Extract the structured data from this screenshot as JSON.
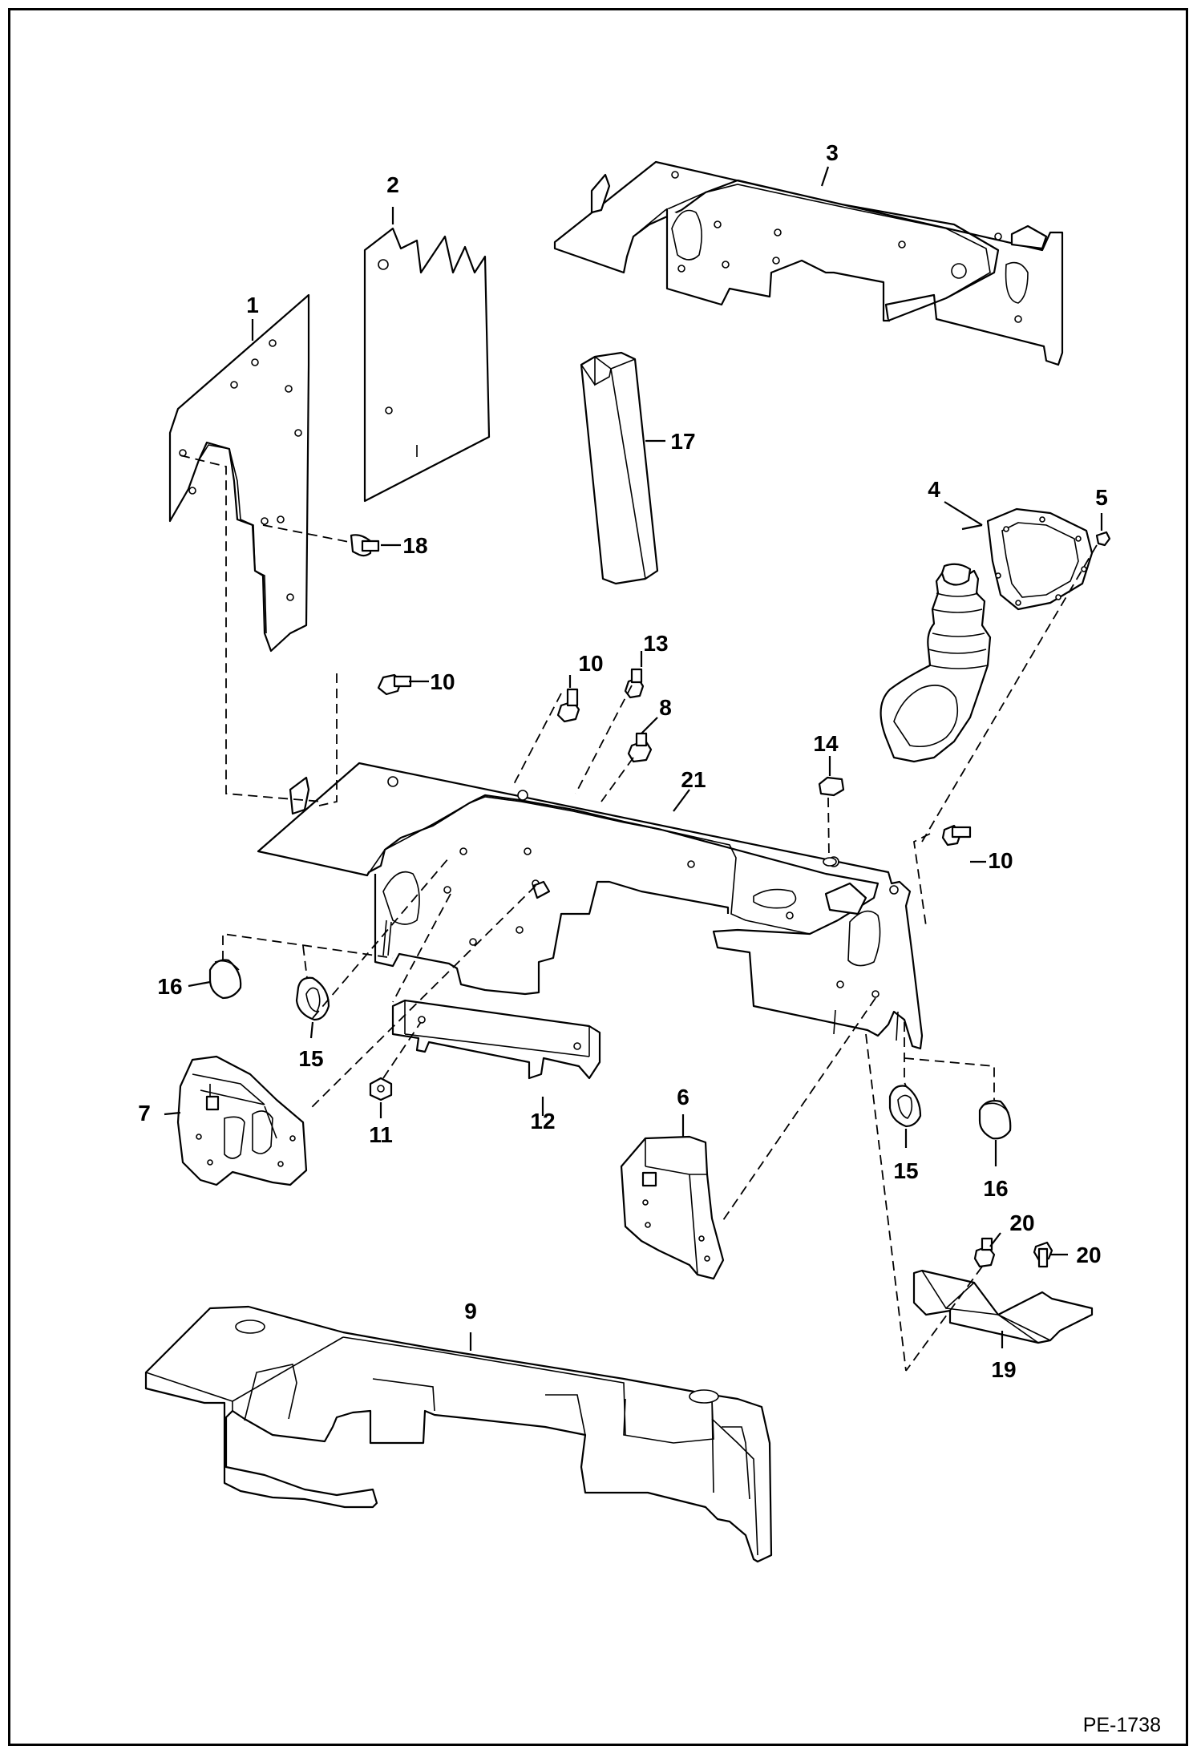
{
  "labels": {
    "p1": "1",
    "p2": "2",
    "p3": "3",
    "p4": "4",
    "p5": "5",
    "p6": "6",
    "p7": "7",
    "p8": "8",
    "p9": "9",
    "p10a": "10",
    "p10b": "10",
    "p10c": "10",
    "p11": "11",
    "p12": "12",
    "p13": "13",
    "p14": "14",
    "p15a": "15",
    "p15b": "15",
    "p16a": "16",
    "p16b": "16",
    "p17": "17",
    "p18": "18",
    "p19": "19",
    "p20a": "20",
    "p20b": "20",
    "p21": "21"
  },
  "document_id": "PE-1738"
}
